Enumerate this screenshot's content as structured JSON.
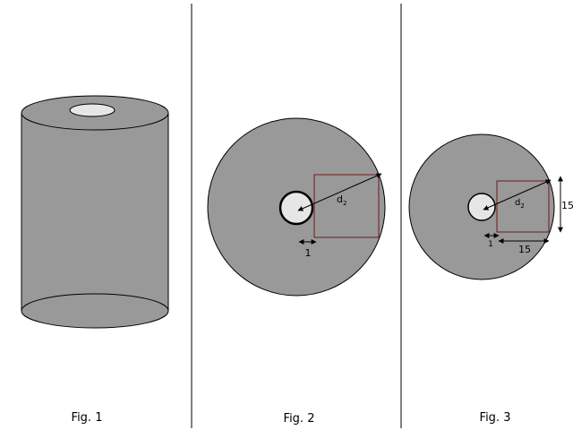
{
  "colors": {
    "solid_fill": "#999999",
    "hole_fill": "#e6e6e6",
    "square_stroke": "#6b1c1c",
    "outline": "#000000",
    "background": "#ffffff"
  },
  "figures": [
    {
      "caption": "Fig. 1"
    },
    {
      "caption": "Fig. 2",
      "diagonal_label": "d",
      "diagonal_subscript": "2",
      "gap_label": "1"
    },
    {
      "caption": "Fig. 3",
      "diagonal_label": "d",
      "diagonal_subscript": "2",
      "gap_label": "1",
      "square_width_label": "15",
      "square_height_label": "15"
    }
  ]
}
